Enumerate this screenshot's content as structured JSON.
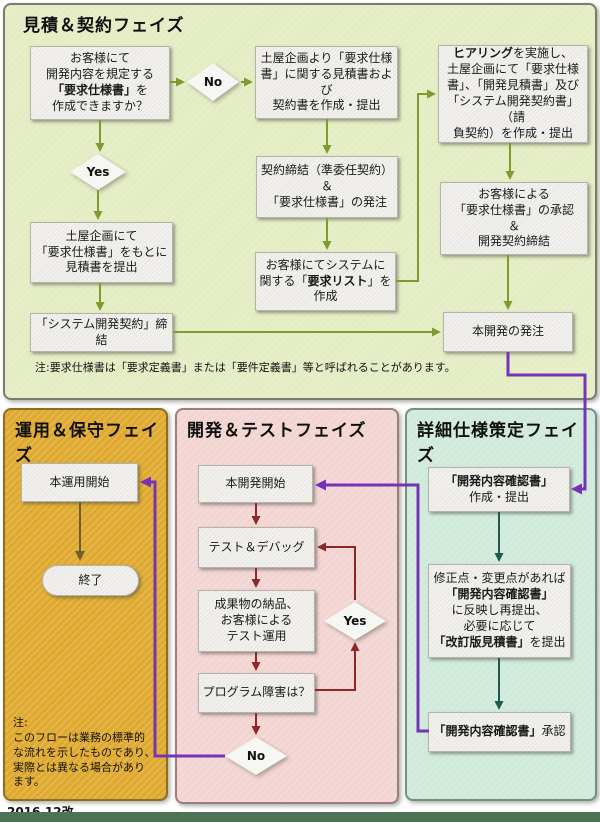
{
  "page": {
    "revision": "2016.12改"
  },
  "colors": {
    "estimate_bg": "#e3ecc2",
    "operation_bg": "#dfa92e",
    "devtest_bg": "#f2d4d2",
    "spec_bg": "#cfe9da",
    "node_bg": "#eae9e5",
    "arrow_green": "#7f9b30",
    "arrow_red": "#8c2828",
    "arrow_teal": "#1e5b4b",
    "arrow_purple": "#7633b8",
    "arrow_olive": "#6f5f2c",
    "bottom_band": "#4d7355"
  },
  "sections": {
    "estimate": {
      "title": "見積＆契約フェイズ",
      "note": "注:要求仕様書は「要求定義書」または「要件定義書」等と呼ばれることがあります。"
    },
    "operation": {
      "title": "運用＆保守フェイズ",
      "note": "注:\nこのフローは業務の標準的\nな流れを示したものであり、\n実際とは異なる場合があり\nます。"
    },
    "devtest": {
      "title": "開発＆テストフェイズ"
    },
    "spec": {
      "title": "詳細仕様策定フェイズ"
    }
  },
  "nodes": {
    "customer_spec_question": "お客様にて\n開発内容を規定する\n**「要求仕様書」**を\n作成できますか？",
    "tsuchiya_estimate_contract": "土屋企画より「要求仕様\n書」に関する見積書および\n契約書を作成・提出",
    "contract_quasi_mandate": "契約締結（準委任契約）\n＆\n「要求仕様書」の発注",
    "customer_request_list": "お客様にてシステムに\n関する「**要求リスト**」を\n作成",
    "tsuchiya_quote": "土屋企画にて\n「要求仕様書」をもとに\n見積書を提出",
    "system_dev_contract": "「システム開発契約」締結",
    "hearing_create_docs": "**ヒアリング**を実施し、\n土屋企画にて「要求仕様\n書」、「開発見積書」及び\n「システム開発契約書」（請\n負契約）を作成・提出",
    "customer_approval": "お客様による\n「要求仕様書」の承認\n＆\n開発契約締結",
    "main_dev_order": "本開発の発注",
    "operation_start": "本運用開始",
    "operation_end": "終了",
    "dev_start": "本開発開始",
    "test_debug": "テスト＆デバッグ",
    "deliverables": "成果物の納品、\nお客様による\nテスト運用",
    "program_fault_question": "プログラム障害は？",
    "spec_confirm_create": "**「開発内容確認書」**\n作成・提出",
    "spec_confirm_revise": "修正点・変更点があれば\n**「開発内容確認書」**\nに反映し再提出、\n必要に応じて\n**「改訂版見積書」**を提出",
    "spec_confirm_approve": "**「開発内容確認書」**承認"
  },
  "decisions": {
    "no1": "No",
    "yes1": "Yes",
    "yes2": "Yes",
    "no2": "No"
  }
}
